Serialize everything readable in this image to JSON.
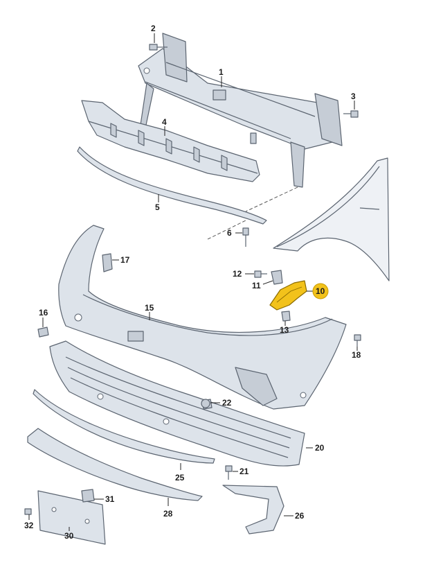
{
  "colors": {
    "part_fill": "#dde3ea",
    "outline": "#5b6470",
    "highlight": "#f2c21b"
  },
  "callouts": [
    {
      "id": "1",
      "label": "1"
    },
    {
      "id": "2",
      "label": "2"
    },
    {
      "id": "3",
      "label": "3"
    },
    {
      "id": "4",
      "label": "4"
    },
    {
      "id": "5",
      "label": "5"
    },
    {
      "id": "6",
      "label": "6"
    },
    {
      "id": "10",
      "label": "10",
      "highlighted": true
    },
    {
      "id": "11",
      "label": "11"
    },
    {
      "id": "12",
      "label": "12"
    },
    {
      "id": "13",
      "label": "13"
    },
    {
      "id": "15",
      "label": "15"
    },
    {
      "id": "16",
      "label": "16"
    },
    {
      "id": "17",
      "label": "17"
    },
    {
      "id": "18",
      "label": "18"
    },
    {
      "id": "20",
      "label": "20"
    },
    {
      "id": "21",
      "label": "21"
    },
    {
      "id": "22",
      "label": "22"
    },
    {
      "id": "25",
      "label": "25"
    },
    {
      "id": "26",
      "label": "26"
    },
    {
      "id": "28",
      "label": "28"
    },
    {
      "id": "30",
      "label": "30"
    },
    {
      "id": "31",
      "label": "31"
    },
    {
      "id": "32",
      "label": "32"
    }
  ]
}
